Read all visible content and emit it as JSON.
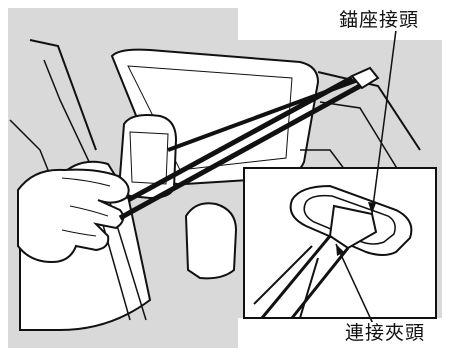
{
  "labels": {
    "anchor_joint": "錨座接頭",
    "connector_clip": "連接夾頭"
  },
  "colors": {
    "background": "#d9d9d9",
    "line": "#111111",
    "panel": "#ffffff"
  },
  "icons": {
    "illustration": "car-child-seat-tether-anchor-illustration"
  }
}
